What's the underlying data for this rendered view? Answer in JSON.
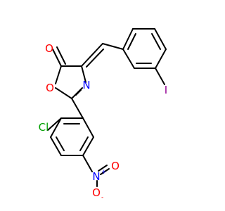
{
  "molecule": {
    "atoms": {
      "o_carbonyl": {
        "text": "O",
        "color": "#ff0000"
      },
      "o_ring": {
        "text": "O",
        "color": "#ff0000"
      },
      "n_ring": {
        "text": "N",
        "color": "#0000ff"
      },
      "iodine": {
        "text": "I",
        "color": "#940094"
      },
      "chlorine": {
        "text": "Cl",
        "color": "#00a000"
      },
      "n_nitro": {
        "text": "N",
        "color": "#0000ff",
        "charge": "+"
      },
      "o_nitro_top": {
        "text": "O",
        "color": "#ff0000"
      },
      "o_nitro_bottom": {
        "text": "O",
        "color": "#ff0000",
        "charge": "-"
      }
    }
  }
}
